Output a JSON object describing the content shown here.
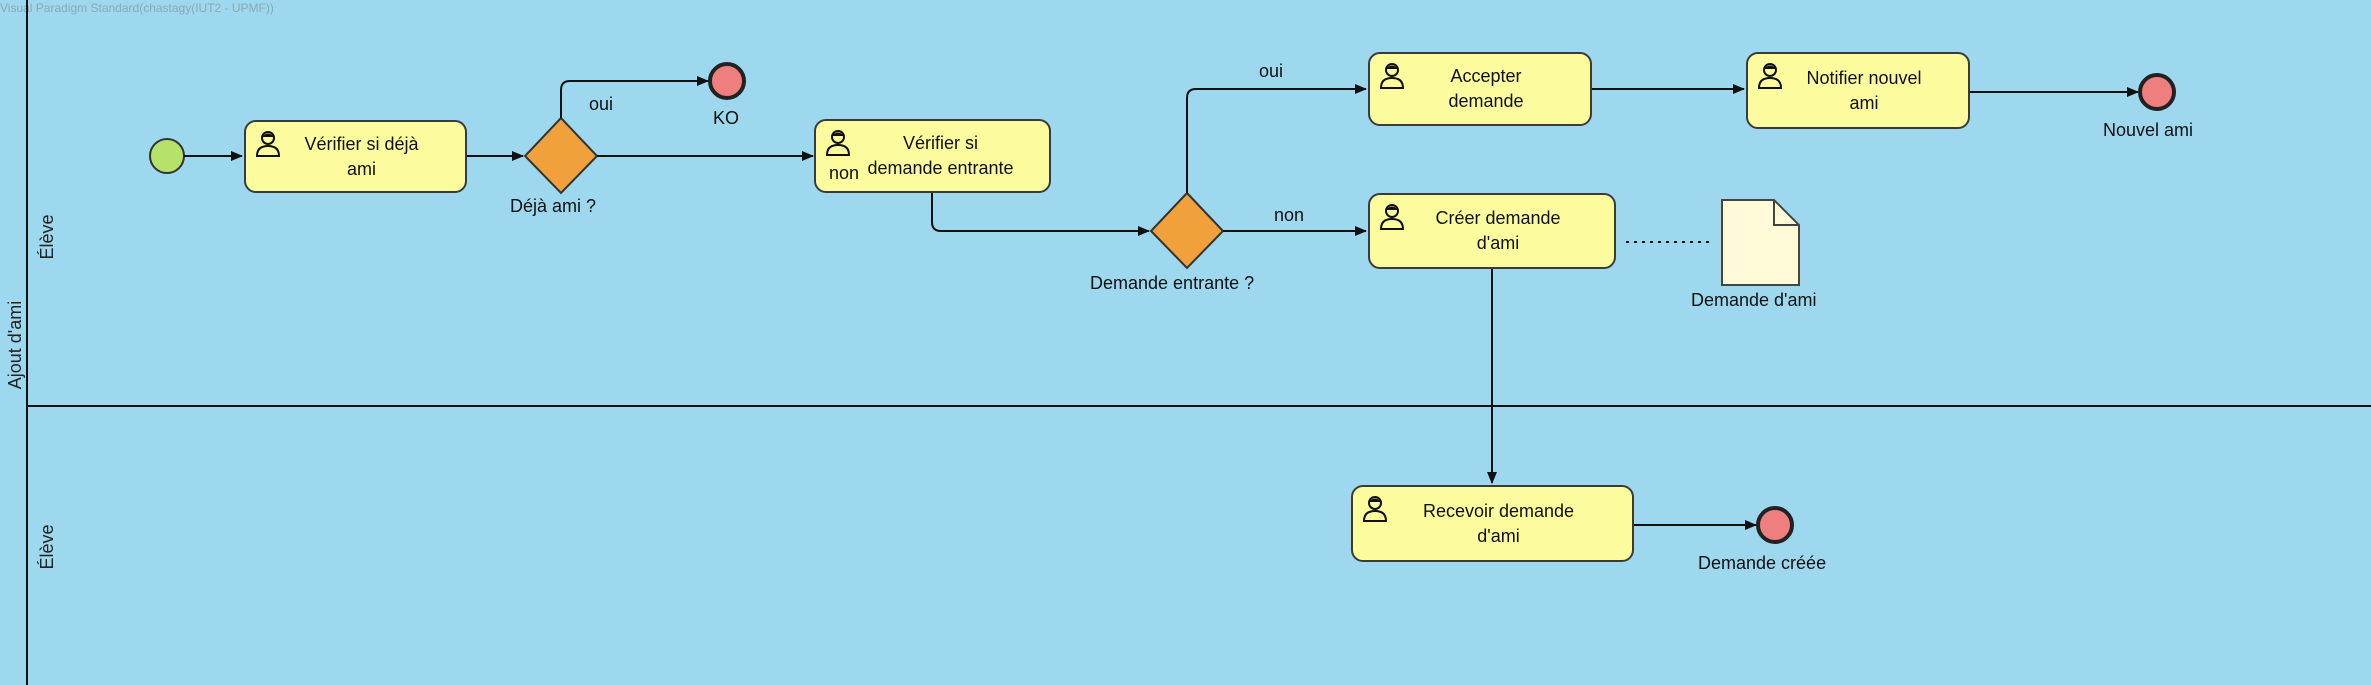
{
  "watermark": "Visual Paradigm Standard(chastagy(IUT2 - UPMF))",
  "pool": {
    "label": "Ajout d'ami",
    "lanes": [
      {
        "label": "Élève"
      },
      {
        "label": "Élève"
      }
    ]
  },
  "tasks": {
    "verifier_ami": {
      "line1": "Vérifier si déjà",
      "line2": "ami"
    },
    "verifier_demande": {
      "line1": "Vérifier si",
      "line2": "demande entrante"
    },
    "accepter": {
      "line1": "Accepter",
      "line2": "demande"
    },
    "notifier": {
      "line1": "Notifier nouvel",
      "line2": "ami"
    },
    "creer": {
      "line1": "Créer demande",
      "line2": "d'ami"
    },
    "recevoir": {
      "line1": "Recevoir demande",
      "line2": "d'ami"
    }
  },
  "gateways": {
    "deja_ami": "Déjà ami ?",
    "demande_entrante": "Demande entrante ?"
  },
  "end_events": {
    "ko": "KO",
    "nouvel_ami": "Nouvel ami",
    "demande_creee": "Demande créée"
  },
  "flow_labels": {
    "oui_1": "oui",
    "non_1": "non",
    "oui_2": "oui",
    "non_2": "non"
  },
  "data_object": "Demande d'ami",
  "colors": {
    "background": "#9dd8ef",
    "task_fill": "#fcfc9f",
    "gateway_fill": "#f0a13b",
    "start_fill": "#b5e36a",
    "end_fill": "#ef7f7f"
  }
}
